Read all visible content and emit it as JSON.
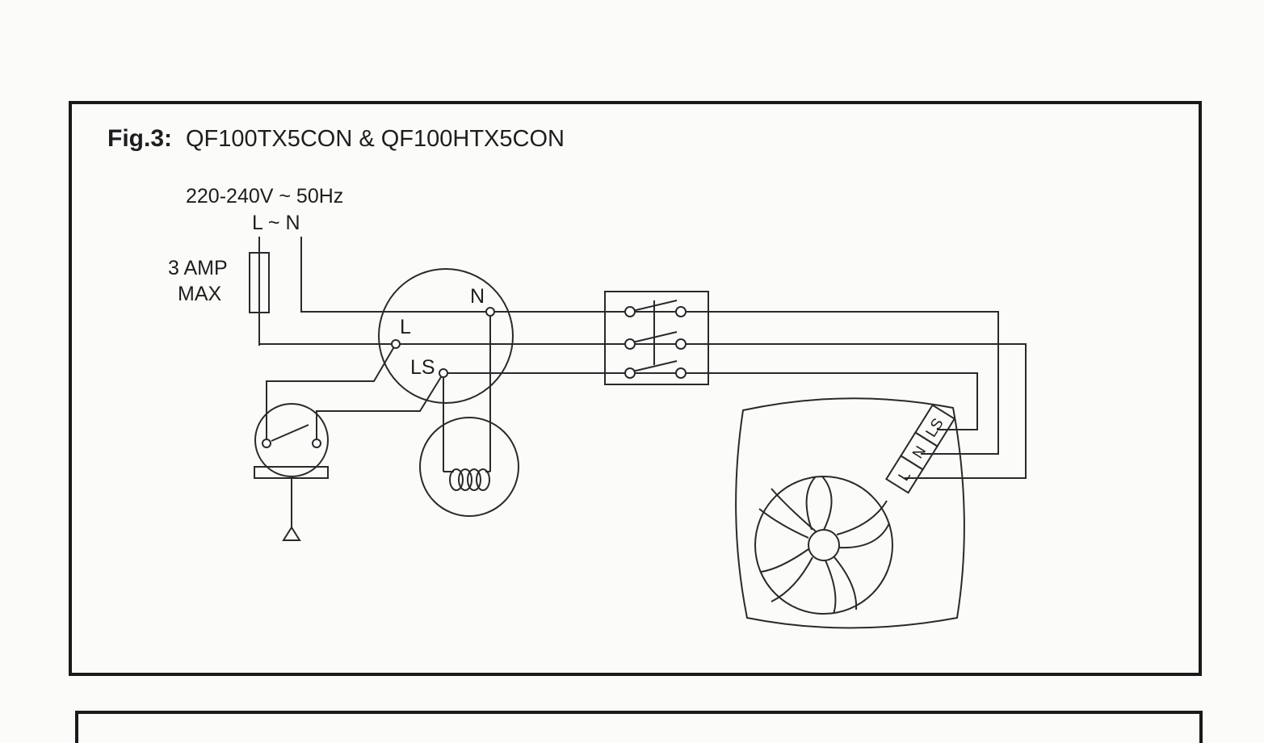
{
  "figure": {
    "label": "Fig.3:",
    "title": "QF100TX5CON & QF100HTX5CON"
  },
  "supply": {
    "voltage": "220-240V ~ 50Hz",
    "phases": "L ~ N"
  },
  "fuse": {
    "line1": "3 AMP",
    "line2": "MAX"
  },
  "timer": {
    "terminal_n": "N",
    "terminal_l": "L",
    "terminal_ls": "LS"
  },
  "fan_terminals": [
    "L",
    "N",
    "LS"
  ]
}
